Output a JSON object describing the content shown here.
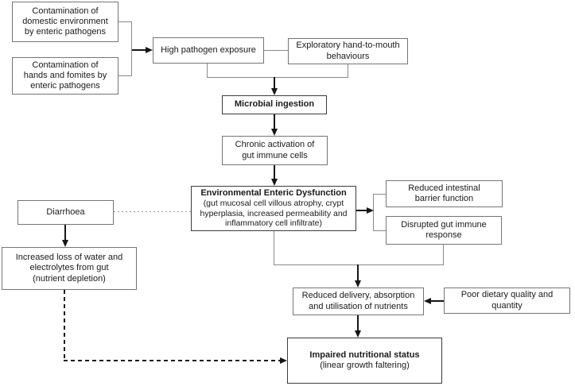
{
  "figure": {
    "title": "Environmental Enteric Dysfunction flowchart",
    "boxes": {
      "contamination_domestic": [
        "Contamination of",
        "domestic environment",
        "by enteric pathogens"
      ],
      "contamination_hands": [
        "Contamination of",
        "hands and fomites by",
        "enteric pathogens"
      ],
      "high_pathogen_exposure": "High pathogen exposure",
      "exploratory_behaviours": [
        "Exploratory hand-to-mouth",
        "behaviours"
      ],
      "microbial_ingestion": "Microbial ingestion",
      "chronic_activation": [
        "Chronic activation of",
        "gut immune cells"
      ],
      "eed_title": "Environmental Enteric Dysfunction",
      "eed_subtitle": [
        "(gut mucosal cell villous atrophy, crypt",
        "hyperplasia, increased permeability and",
        "inflammatory cell infiltrate)"
      ],
      "reduced_barrier": [
        "Reduced intestinal",
        "barrier function"
      ],
      "disrupted_immune": [
        "Disrupted gut immune",
        "response"
      ],
      "diarrhoea": "Diarrhoea",
      "increased_loss": [
        "Increased loss of water and",
        "electrolytes from gut",
        "(nutrient depletion)"
      ],
      "reduced_delivery": [
        "Reduced delivery, absorption",
        "and utilisation of nutrients"
      ],
      "poor_dietary": [
        "Poor dietary quality and",
        "quantity"
      ],
      "impaired_title": "Impaired nutritional status",
      "impaired_subtitle": "(linear growth faltering)"
    },
    "colors": {
      "background": "#ffffff",
      "box_border": "#757575",
      "box_border_emphasis": "#3c3c3c",
      "connector_line": "#8a8a8a",
      "arrow": "#161616",
      "dotted_line": "#9a9a9a",
      "text": "#1a1a1a"
    }
  }
}
